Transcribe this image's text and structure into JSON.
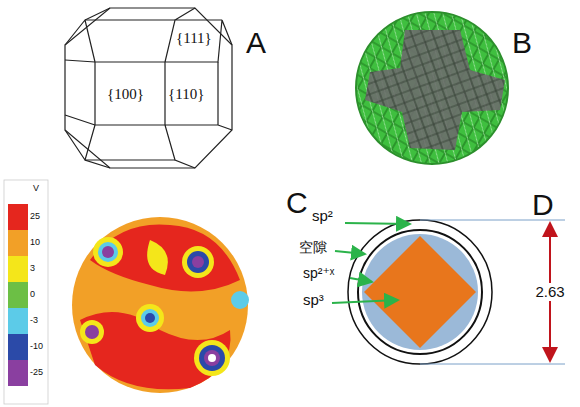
{
  "diagram": {
    "labels": [
      "A",
      "{111}",
      "{100}",
      "{110}",
      "B",
      "V",
      "C",
      "sp²",
      "空隙",
      "sp²⁺ˣ",
      "sp³",
      "D",
      "2.63"
    ],
    "legend": [
      {
        "text": "25",
        "color": "#e5261e"
      },
      {
        "text": "10",
        "color": "#f2a027"
      },
      {
        "text": "3",
        "color": "#f4e61a"
      },
      {
        "text": "0",
        "color": "#6cbf45"
      },
      {
        "text": "-3",
        "color": "#5ccbe8"
      },
      {
        "text": "-10",
        "color": "#2b4aa8"
      },
      {
        "text": "-25",
        "color": "#8a3fa0"
      }
    ]
  }
}
